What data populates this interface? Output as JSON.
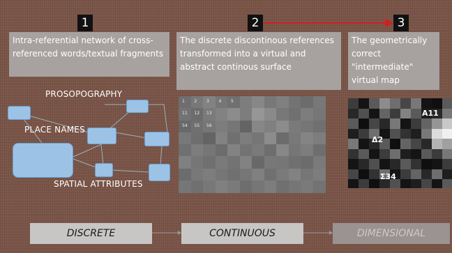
{
  "steps": [
    {
      "number": "1",
      "text": "Intra-referential network of cross-referenced words/textual fragments"
    },
    {
      "number": "2",
      "text": "The discrete discontinous references transformed into a virtual and abstract continous surface"
    },
    {
      "number": "3",
      "text": "The geometrically correct \"intermediate\" virtual map"
    }
  ],
  "network_labels": {
    "prosopography": "PROSOPOGRAPHY",
    "place_names": "PLACE NAMES",
    "spatial_attributes": "SPATIAL ATTRIBUTES"
  },
  "grid_labels": [
    "1",
    "2",
    "3",
    "4",
    "5",
    "11",
    "12",
    "13",
    "54",
    "55",
    "56"
  ],
  "map_labels": {
    "a11": "A11",
    "delta2": "Δ2",
    "sigma34": "Σ34"
  },
  "bottom_tags": {
    "discrete": "DISCRETE",
    "continuous": "CONTINUOUS",
    "dimensional": "DIMENSIONAL"
  },
  "colors": {
    "arrow": "#d11f1f",
    "node_fill": "#9cc3e6",
    "panel": "#a7a2a0"
  }
}
